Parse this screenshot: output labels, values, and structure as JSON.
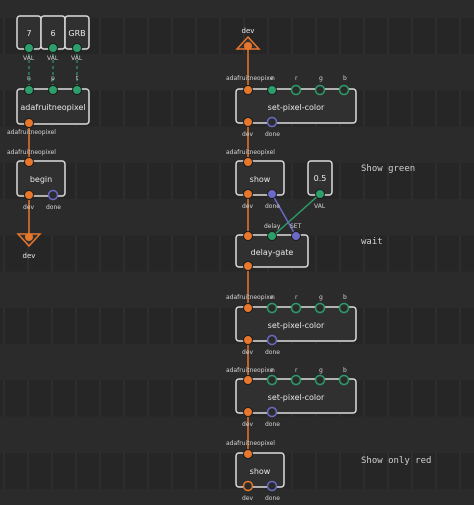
{
  "constants": [
    {
      "id": "c7",
      "value": "7",
      "pin_label": "VAL"
    },
    {
      "id": "c6",
      "value": "6",
      "pin_label": "VAL"
    },
    {
      "id": "cgrb",
      "value": "GRB",
      "pin_label": "VAL"
    },
    {
      "id": "c05",
      "value": "0.5",
      "pin_label": "VAL"
    }
  ],
  "nodes": {
    "adafruit": {
      "title": "adafruitneopixel",
      "inputs": [
        "n",
        "p",
        "t"
      ],
      "output": "adafruitneopixel"
    },
    "begin": {
      "title": "begin",
      "input": "adafruitneopixel",
      "outputs": [
        "dev",
        "done"
      ]
    },
    "setpixel": {
      "title": "set-pixel-color",
      "inputs": [
        "adafruitneopixe",
        "n",
        "r",
        "g",
        "b"
      ],
      "outputs": [
        "dev",
        "done"
      ]
    },
    "show": {
      "title": "show",
      "input": "adafruitneopixel",
      "outputs": [
        "dev",
        "done"
      ]
    },
    "delay": {
      "title": "delay-gate",
      "inputs": [
        "delay",
        "SET"
      ]
    }
  },
  "terminals": {
    "dev_input": "dev",
    "dev_output": "dev"
  },
  "comments": {
    "green": "Show green",
    "wait": "wait",
    "red": "Show only red"
  },
  "colors": {
    "background": "#2b2b2b",
    "orange": "#e8772c",
    "green": "#2c9e6a",
    "purple": "#6a6ac8",
    "node_border": "#dcdcdc"
  }
}
